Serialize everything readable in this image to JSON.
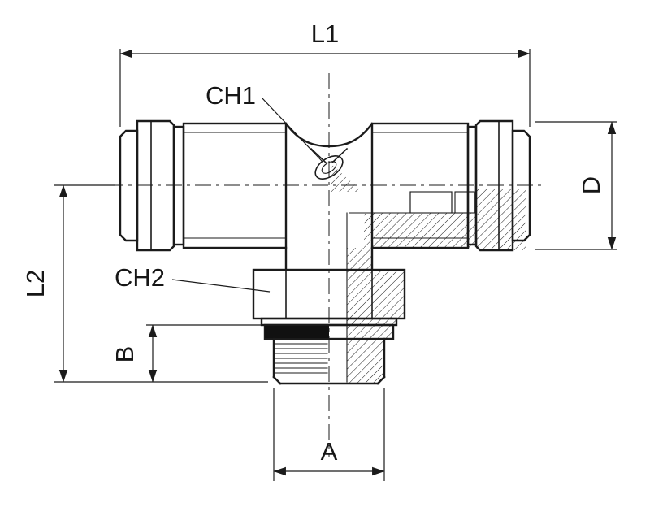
{
  "drawing": {
    "colors": {
      "line": "#1b1b1b",
      "background": "#ffffff",
      "seal": "#111111"
    },
    "labels": {
      "l1": "L1",
      "d": "D",
      "l2": "L2",
      "b": "B",
      "a": "A",
      "ch1": "CH1",
      "ch2": "CH2"
    }
  }
}
